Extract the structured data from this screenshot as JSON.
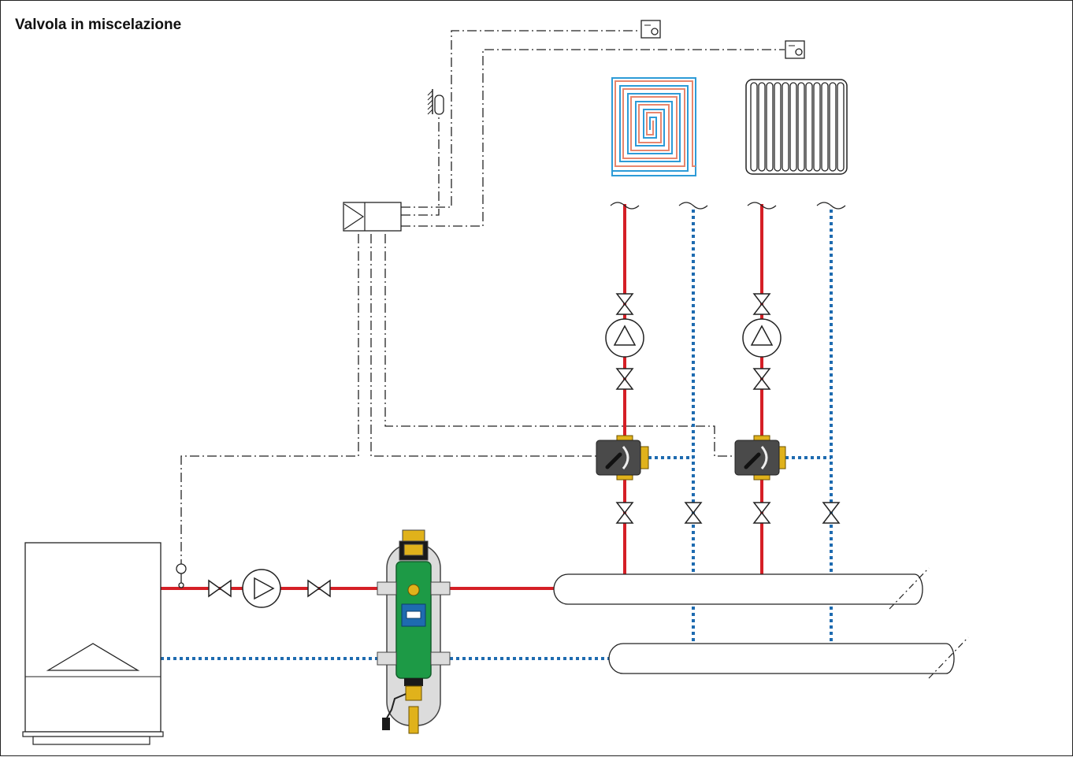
{
  "title": "Valvola in miscelazione",
  "colors": {
    "supply": "#d51f26",
    "return": "#1e6bb0",
    "signal": "#222222",
    "separator_body": "#1d9a46",
    "brass": "#e0b21b",
    "actuator": "#4a4a4a",
    "casing": "#dcdcdc",
    "floor_coil_a": "#2d9bd7",
    "floor_coil_b": "#e8866d"
  },
  "components": [
    {
      "name": "boiler",
      "icon": "boiler-icon"
    },
    {
      "name": "flow-temperature-probe",
      "icon": "sensor-icon"
    },
    {
      "name": "primary-circulator",
      "icon": "pump-icon"
    },
    {
      "name": "shutoff-valve",
      "icon": "valve-icon"
    },
    {
      "name": "hydraulic-separator",
      "icon": "separator-icon"
    },
    {
      "name": "supply-manifold",
      "icon": "manifold-icon"
    },
    {
      "name": "return-manifold",
      "icon": "manifold-icon"
    },
    {
      "name": "mixing-valve-actuator",
      "icon": "actuator-icon"
    },
    {
      "name": "secondary-circulator",
      "icon": "pump-icon"
    },
    {
      "name": "underfloor-heating-panel",
      "icon": "floor-heating-icon"
    },
    {
      "name": "radiator",
      "icon": "radiator-icon"
    },
    {
      "name": "room-thermostat",
      "icon": "thermostat-icon"
    },
    {
      "name": "outdoor-sensor",
      "icon": "outdoor-sensor-icon"
    },
    {
      "name": "regulator",
      "icon": "controller-icon"
    }
  ]
}
